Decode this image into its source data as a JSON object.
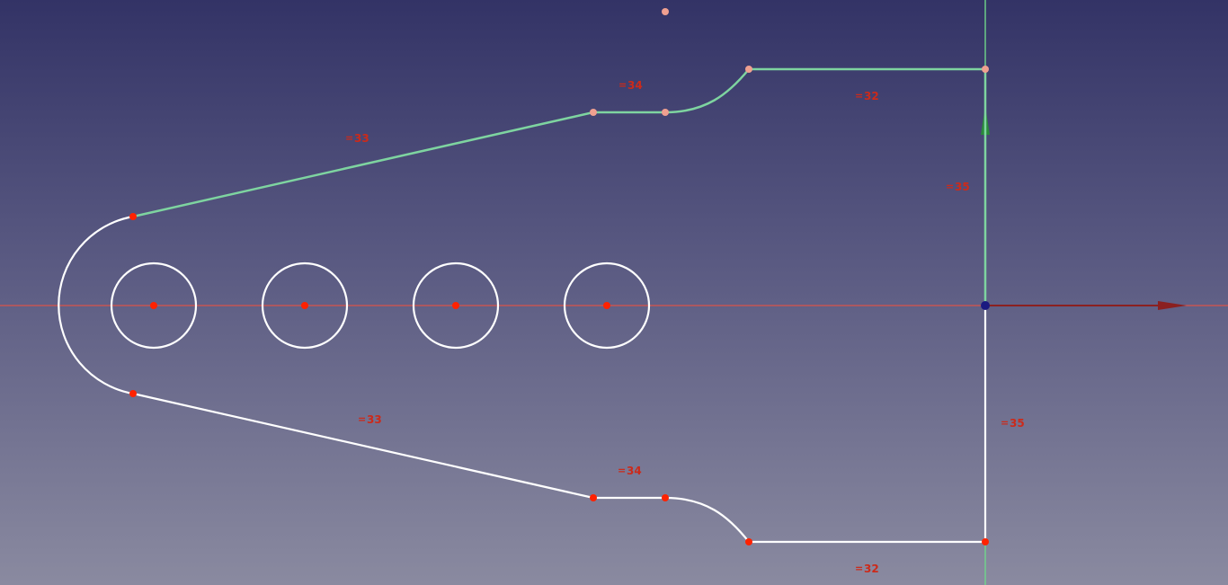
{
  "sketch": {
    "colors": {
      "background_top": "#333366",
      "background_bottom": "#8a8aa0",
      "x_axis": "#d9534a",
      "y_axis": "#6fd68a",
      "selected_geometry": "#7ed4a0",
      "geometry": "#ffffff",
      "vertex": "#ff2200",
      "selected_vertex": "#f0a090",
      "origin": "#1a1a80",
      "x_arrow": "#8b2020",
      "y_arrow": "#2a8a3a",
      "constraint_text": "#cc2a1a"
    },
    "constraints": [
      {
        "symbol": "=",
        "value": "34"
      },
      {
        "symbol": "=",
        "value": "32"
      },
      {
        "symbol": "=",
        "value": "33"
      },
      {
        "symbol": "=",
        "value": "35"
      },
      {
        "symbol": "=",
        "value": "33"
      },
      {
        "symbol": "=",
        "value": "35"
      },
      {
        "symbol": "=",
        "value": "34"
      },
      {
        "symbol": "=",
        "value": "32"
      }
    ]
  }
}
